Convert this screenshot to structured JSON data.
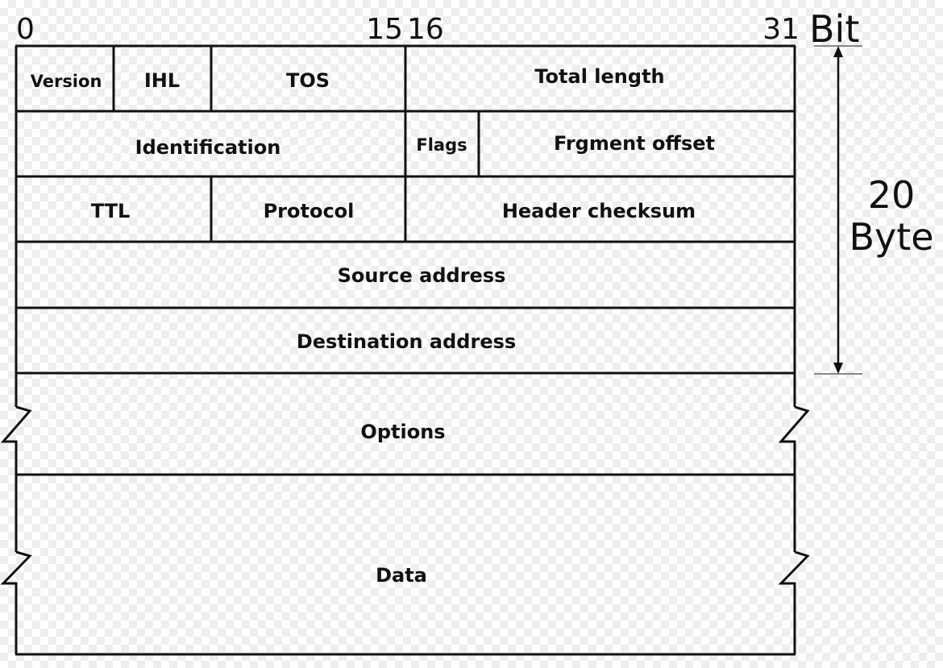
{
  "bit_ruler": {
    "start": "0",
    "mid_left": "15",
    "mid_right": "16",
    "end": "31",
    "unit": "Bit"
  },
  "size_marker": {
    "value": "20",
    "unit": "Byte"
  },
  "fields": {
    "version": "Version",
    "ihl": "IHL",
    "tos": "TOS",
    "total_length": "Total length",
    "identification": "Identification",
    "flags": "Flags",
    "fragment_offset": "Frgment offset",
    "ttl": "TTL",
    "protocol": "Protocol",
    "header_checksum": "Header checksum",
    "source_address": "Source address",
    "destination_address": "Destination address",
    "options": "Options",
    "data": "Data"
  }
}
